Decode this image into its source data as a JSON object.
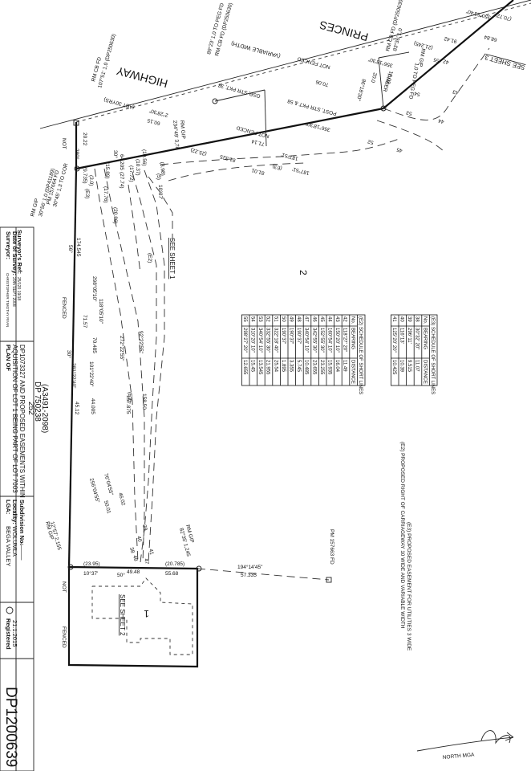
{
  "plan_number": "DP1200639",
  "lots": {
    "lot1": "1",
    "lot2": "2"
  },
  "roads": {
    "highway_left": "HIGHWAY",
    "highway_right": "PRINCES",
    "variable_width": "(VARIABLE WIDTH)"
  },
  "see_sheet": {
    "s1": "SEE SHEET 1",
    "s1b": "SEE SHEET 1",
    "s2": "SEE SHEET 2",
    "s3": "SEE SHEET 3"
  },
  "marks": {
    "pm157664": "PM 157664 FD",
    "pm157664b": "30°45' 1,3 TO COR",
    "rmcb_left": "RM CB FD",
    "rmcb_left_b": "107°51' 1,0 (DP250630)",
    "rmcb_mid": "RM CB FD (DP250630)",
    "rmcb_mid_b": "89°23' 1,0 TO PEG FD",
    "rmcb_right": "RM CB FD (DP250630)",
    "rmcb_right_b": "83°36' 1,0",
    "rmgip_a": "RM GIP",
    "rmgip_a_b": "234°49' 3,78",
    "rmgip_a_c": "(3.98)",
    "rmgip_b": "RM GIP",
    "rmgip_b_b": "30°56' 1,0 (DP41189)",
    "rmgip_c": "RM GIP",
    "rmgip_c_b": "12°57' 2,155",
    "rmgip_d": "RM GIP",
    "rmgip_d_b": "82°35' 1,245",
    "rmgip_e": "RM GIP",
    "rmgip_e_b": "1,0 TO PEG FD",
    "pm157663": "PM 157663 FD"
  },
  "labels": {
    "not_fenced_top": "NOT FENCED",
    "not_fenced_mid": "NOT FENCED",
    "osp": "OSP, STR PKT, 38",
    "post": "POST, STR PKT & 58",
    "not_left": "NOT",
    "fenced_left": "FENCED",
    "timber": "TIMBER",
    "abt": "(ABT 30YRS)",
    "not_bottom": "NOT",
    "fenced_bottom": "FENCED",
    "e2_a": "(E2)",
    "e3_a": "(E3)",
    "e3_b": "(E3)",
    "e3_c": "(E3)",
    "e2_b": "(E2)",
    "note_e2": "(E2) PROPOSED RIGHT OF CARRIAGEWAY 10 WIDE AND VARIABLE WIDTH",
    "note_e3": "(E3) PROPOSED EASEMENT FOR UTILITIES 3 WIDE",
    "north": "NORTH MGA"
  },
  "dims": {
    "d1": "350°53'40\"",
    "d2": "(70.72)",
    "d3": "91.42",
    "d4": "(21.245)",
    "d5": "68.84",
    "d6": "356°18'30\"",
    "d7": "12.02",
    "d8": "20.0",
    "d9": "86°18'30\"",
    "d10": "70.06",
    "d11": "356°18'30\"",
    "d12": "2°28'30\"",
    "d13": "60.15",
    "d14": "71.14",
    "d15": "(25.22)",
    "d16": "81.325",
    "d17": "81.01",
    "d18": "187°51'",
    "d19": "187°51'",
    "d20": "42",
    "d21": "43",
    "d22": "44",
    "d23": "45",
    "d24": "52",
    "d25": "53",
    "d26": "54",
    "d27": "55",
    "d28": "20.22",
    "d29": "280°",
    "d30": "(9.735)",
    "d31": "(3.0)",
    "d32": "(15.89)",
    "d33": "(10.56)",
    "d34": "64.205",
    "d35": "30°",
    "d36": "(17.76)",
    "d37": "(20.86)",
    "d38": "(10.37)",
    "d39": "(5)",
    "d40": "10°37'",
    "d41": "(27.74)",
    "d42": "(17.72)",
    "d43": "174.545",
    "d44": "56°",
    "d45": "298°05'10\"",
    "d46": "118°05'10\"",
    "d47": "71.57",
    "d48": "70.485",
    "d49": "30°",
    "d50": "281°22'40\"",
    "d51": "101°22'40\"",
    "d52": "45.12",
    "d53": "44.005",
    "d54": "92°22'55\"",
    "d55": "272°22'55\"",
    "d56": "158.50",
    "d57": "157.875",
    "d58": "76°04'55\"",
    "d59": "256°04'55\"",
    "d60": "46.02",
    "d61": "50.01",
    "d62": "39",
    "d63": "40",
    "d64": "41",
    "d65": "48",
    "d66": "(23.95)",
    "d67": "10°37'",
    "d68": "50°",
    "d69": "49.48",
    "d70": "(20.785)",
    "d71": "55.68",
    "d72": "194°14'45\"",
    "d73": "57.335",
    "d74": "38",
    "d75": "47"
  },
  "table_e3": {
    "title": "(E3) SCHEDULE OF SHORT LINES",
    "headers": [
      "No.",
      "BEARING",
      "DISTANCE"
    ],
    "rows": [
      [
        "38",
        "30°32' 20\"",
        "11.07"
      ],
      [
        "39",
        "296°11'",
        "9.515"
      ],
      [
        "40",
        "116°13'",
        "10.39"
      ],
      [
        "41",
        "125°20' 20\"",
        "10.425"
      ]
    ]
  },
  "table_e2": {
    "title": "(E2) SCHEDULE OF SHORT LINES",
    "headers": [
      "No.",
      "BEARING",
      "DISTANCE"
    ],
    "rows": [
      [
        "42",
        "118°27' 20\"",
        "11.49"
      ],
      [
        "43",
        "150°20' 10\"",
        "16.04"
      ],
      [
        "44",
        "160°54' 10\"",
        "15.935"
      ],
      [
        "45",
        "152°55' 30\"",
        "23.255"
      ],
      [
        "46",
        "342°55' 30\"",
        "23.655"
      ],
      [
        "47",
        "340°54' 10\"",
        "10.485"
      ],
      [
        "48",
        "190°37'",
        "5.745"
      ],
      [
        "49",
        "190°37'",
        "3.355"
      ],
      [
        "50",
        "190°37'",
        "1.895"
      ],
      [
        "51",
        "322°18' 40\"",
        "25.54"
      ],
      [
        "52",
        "332°55' 30\"",
        "21.955"
      ],
      [
        "53",
        "340°54' 10\"",
        "13.545"
      ],
      [
        "54",
        "310°20' 10\"",
        "15.45"
      ],
      [
        "55",
        "298°27' 20\"",
        "12.655"
      ]
    ]
  },
  "title_block": {
    "surveyor_k": "Surveyor:",
    "surveyor_v": "CHRISTOPHER TIMOTHY RYAN",
    "date_k": "Date of Survey:",
    "date_v": "20th SEPT 2008",
    "ref_k": "Surveyor's Ref:",
    "ref_v": "25/120 19/18",
    "planof_k": "PLAN OF",
    "planof_v1": "AQUISITION OF LOT 1 BEING PART OF LOT 7003",
    "planof_v2": "DP1073327 AND PROPOSED EASEMENTS WITHIN",
    "planof_v3": "252",
    "planof_v4": "DP 750238",
    "planof_v5": "(A3491-2098)",
    "lga_k": "LGA:",
    "lga_v": "BEGA VALLEY",
    "locality_k": "Locality:",
    "locality_v": "WOLUMLA",
    "subdiv_k": "Subdivision No:",
    "subdiv_v": "———",
    "registered_k": "Registered",
    "registered_v": "21.1.2015"
  }
}
